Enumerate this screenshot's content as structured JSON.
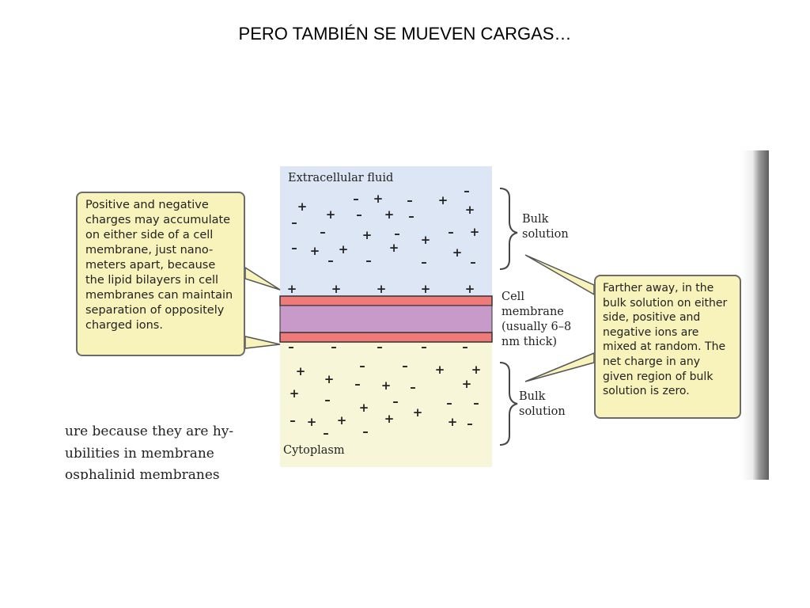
{
  "slide": {
    "title": "PERO TAMBIÉN SE MUEVEN CARGAS…"
  },
  "diagram": {
    "extracellular_label": "Extracellular fluid",
    "cytoplasm_label": "Cytoplasm",
    "bulk_top_label": "Bulk\nsolution",
    "bulk_bottom_label": "Bulk\nsolution",
    "membrane_label": "Cell\nmembrane\n(usually 6–8\nnm thick)",
    "callout_left": "Positive and negative charges may accumulate on either side of a cell membrane, just nano-meters apart, because the lipid bilayers in cell membranes can maintain separation of oppositely charged ions.",
    "callout_right": "Farther away, in the bulk solution on either side, positive and negative ions are mixed at random. The net charge in any given region of bulk solution is zero.",
    "plus_symbol": "+",
    "minus_symbol": "–",
    "colors": {
      "extracellular": "#dde6f4",
      "cytoplasm": "#f8f6d9",
      "membrane_head": "#f07a7a",
      "membrane_core": "#c79ac9",
      "callout": "#f7f3ba"
    }
  },
  "book_text": [
    "ure because they are hy-",
    "ubilities in membrane",
    "osphalinid membranes"
  ]
}
